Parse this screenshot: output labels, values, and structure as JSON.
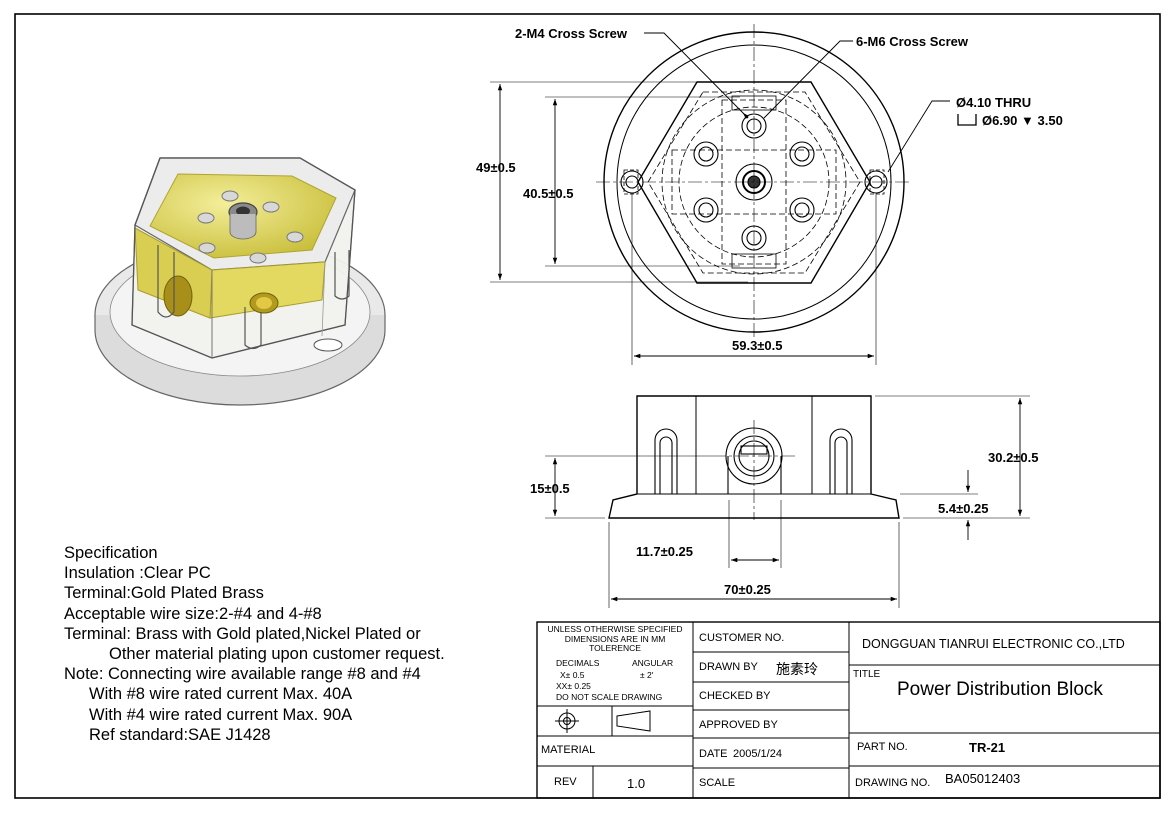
{
  "views": {
    "top_callouts": {
      "m4_screw": "2-M4 Cross Screw",
      "m6_screw": "6-M6 Cross Screw",
      "hole_line1": "Ø4.10 THRU",
      "hole_line2": "Ø6.90 ▼ 3.50"
    },
    "top_dims": {
      "height_outer": "49±0.5",
      "height_inner": "40.5±0.5",
      "width": "59.3±0.5"
    },
    "front_dims": {
      "total_height": "30.2±0.5",
      "hole_height": "15±0.5",
      "base_height": "5.4±0.25",
      "hole_offset": "11.7±0.25",
      "total_width": "70±0.25"
    }
  },
  "specification": {
    "heading": "Specification",
    "lines": [
      {
        "text": "Insulation :Clear PC",
        "indent": 0
      },
      {
        "text": "Terminal:Gold Plated Brass",
        "indent": 0
      },
      {
        "text": "Acceptable wire size:2-#4 and 4-#8",
        "indent": 0
      },
      {
        "text": "Terminal: Brass with Gold plated,Nickel Plated or",
        "indent": 0
      },
      {
        "text": "Other material plating upon customer request.",
        "indent": 2
      },
      {
        "text": "Note: Connecting wire available range #8 and #4",
        "indent": 0
      },
      {
        "text": "With #8 wire rated current Max. 40A",
        "indent": 1
      },
      {
        "text": "With #4 wire rated current Max. 90A",
        "indent": 1
      },
      {
        "text": "Ref standard:SAE J1428",
        "indent": 1
      }
    ]
  },
  "title_block": {
    "tolerance": {
      "line1": "UNLESS OTHERWISE SPECIFIED",
      "line2": "DIMENSIONS ARE IN MM",
      "line3": "TOLERENCE",
      "decimals_label": "DECIMALS",
      "angular_label": "ANGULAR",
      "x_tol": "X± 0.5",
      "angular_tol": "±  2'",
      "xx_tol": "XX± 0.25",
      "no_scale": "DO NOT SCALE DRAWING"
    },
    "material_label": "MATERIAL",
    "rev_label": "REV",
    "rev_value": "1.0",
    "customer_no_label": "CUSTOMER NO.",
    "drawn_by_label": "DRAWN BY",
    "drawn_by_value": "施素玲",
    "checked_by_label": "CHECKED BY",
    "approved_by_label": "APPROVED BY",
    "date_label": "DATE",
    "date_value": "2005/1/24",
    "scale_label": "SCALE",
    "company": "DONGGUAN TIANRUI ELECTRONIC CO.,LTD",
    "title_label": "TITLE",
    "title_value": "Power Distribution Block",
    "part_no_label": "PART NO.",
    "part_no_value": "TR-21",
    "drawing_no_label": "DRAWING NO.",
    "drawing_no_value": "BA05012403"
  }
}
